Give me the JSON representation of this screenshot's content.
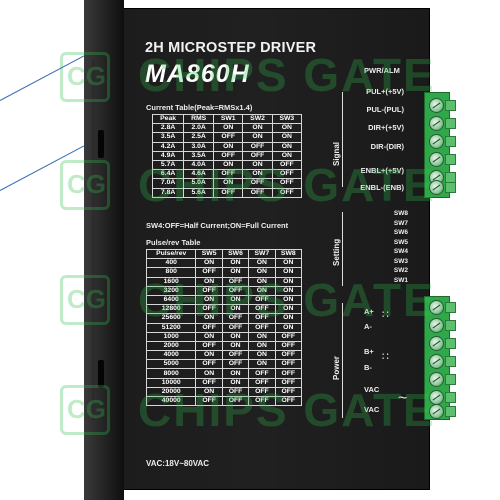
{
  "title": "2H MICROSTEP DRIVER",
  "model": "MA860H",
  "current_table": {
    "caption": "Current Table(Peak=RMSx1.4)",
    "headers": [
      "Peak",
      "RMS",
      "SW1",
      "SW2",
      "SW3"
    ],
    "rows": [
      [
        "2.8A",
        "2.0A",
        "ON",
        "ON",
        "ON"
      ],
      [
        "3.5A",
        "2.5A",
        "OFF",
        "ON",
        "ON"
      ],
      [
        "4.2A",
        "3.0A",
        "ON",
        "OFF",
        "ON"
      ],
      [
        "4.9A",
        "3.5A",
        "OFF",
        "OFF",
        "ON"
      ],
      [
        "5.7A",
        "4.0A",
        "ON",
        "ON",
        "OFF"
      ],
      [
        "6.4A",
        "4.6A",
        "OFF",
        "ON",
        "OFF"
      ],
      [
        "7.0A",
        "5.0A",
        "ON",
        "OFF",
        "OFF"
      ],
      [
        "7.8A",
        "5.6A",
        "OFF",
        "OFF",
        "OFF"
      ]
    ],
    "note": "SW4:OFF=Half Current;ON=Full Current"
  },
  "pulse_table": {
    "caption": "Pulse/rev Table",
    "headers": [
      "Pulse/rev",
      "SW5",
      "SW6",
      "SW7",
      "SW8"
    ],
    "rows": [
      [
        "400",
        "ON",
        "ON",
        "ON",
        "ON"
      ],
      [
        "800",
        "OFF",
        "ON",
        "ON",
        "ON"
      ],
      [
        "1600",
        "ON",
        "OFF",
        "ON",
        "ON"
      ],
      [
        "3200",
        "OFF",
        "OFF",
        "ON",
        "ON"
      ],
      [
        "6400",
        "ON",
        "ON",
        "OFF",
        "ON"
      ],
      [
        "12800",
        "OFF",
        "ON",
        "OFF",
        "ON"
      ],
      [
        "25600",
        "ON",
        "OFF",
        "OFF",
        "ON"
      ],
      [
        "51200",
        "OFF",
        "OFF",
        "OFF",
        "ON"
      ],
      [
        "1000",
        "ON",
        "ON",
        "ON",
        "OFF"
      ],
      [
        "2000",
        "OFF",
        "ON",
        "ON",
        "OFF"
      ],
      [
        "4000",
        "ON",
        "OFF",
        "ON",
        "OFF"
      ],
      [
        "5000",
        "OFF",
        "OFF",
        "ON",
        "OFF"
      ],
      [
        "8000",
        "ON",
        "ON",
        "OFF",
        "OFF"
      ],
      [
        "10000",
        "OFF",
        "ON",
        "OFF",
        "OFF"
      ],
      [
        "20000",
        "ON",
        "OFF",
        "OFF",
        "OFF"
      ],
      [
        "40000",
        "OFF",
        "OFF",
        "OFF",
        "OFF"
      ]
    ]
  },
  "vac_range": "VAC:18V~80VAC",
  "signal": {
    "label": "Signal",
    "pwr_alm": "PWR/ALM",
    "pins": [
      "PUL+(+5V)",
      "PUL-(PUL)",
      "DIR+(+5V)",
      "DIR-(DIR)",
      "ENBL+(+5V)",
      "ENBL-(ENB)"
    ]
  },
  "setting": {
    "label": "Setting",
    "switches": [
      "SW8",
      "SW7",
      "SW6",
      "SW5",
      "SW4",
      "SW3",
      "SW2",
      "SW1"
    ]
  },
  "power": {
    "label": "Power",
    "pins": [
      "A+",
      "A-",
      "B+",
      "B-",
      "VAC",
      "VAC"
    ]
  },
  "watermark": "CHIPS GATE",
  "watermark_logo": "CG",
  "colors": {
    "body": "#1e1e1e",
    "terminal": "#2fa84a",
    "watermark": "#2fbf4f"
  }
}
